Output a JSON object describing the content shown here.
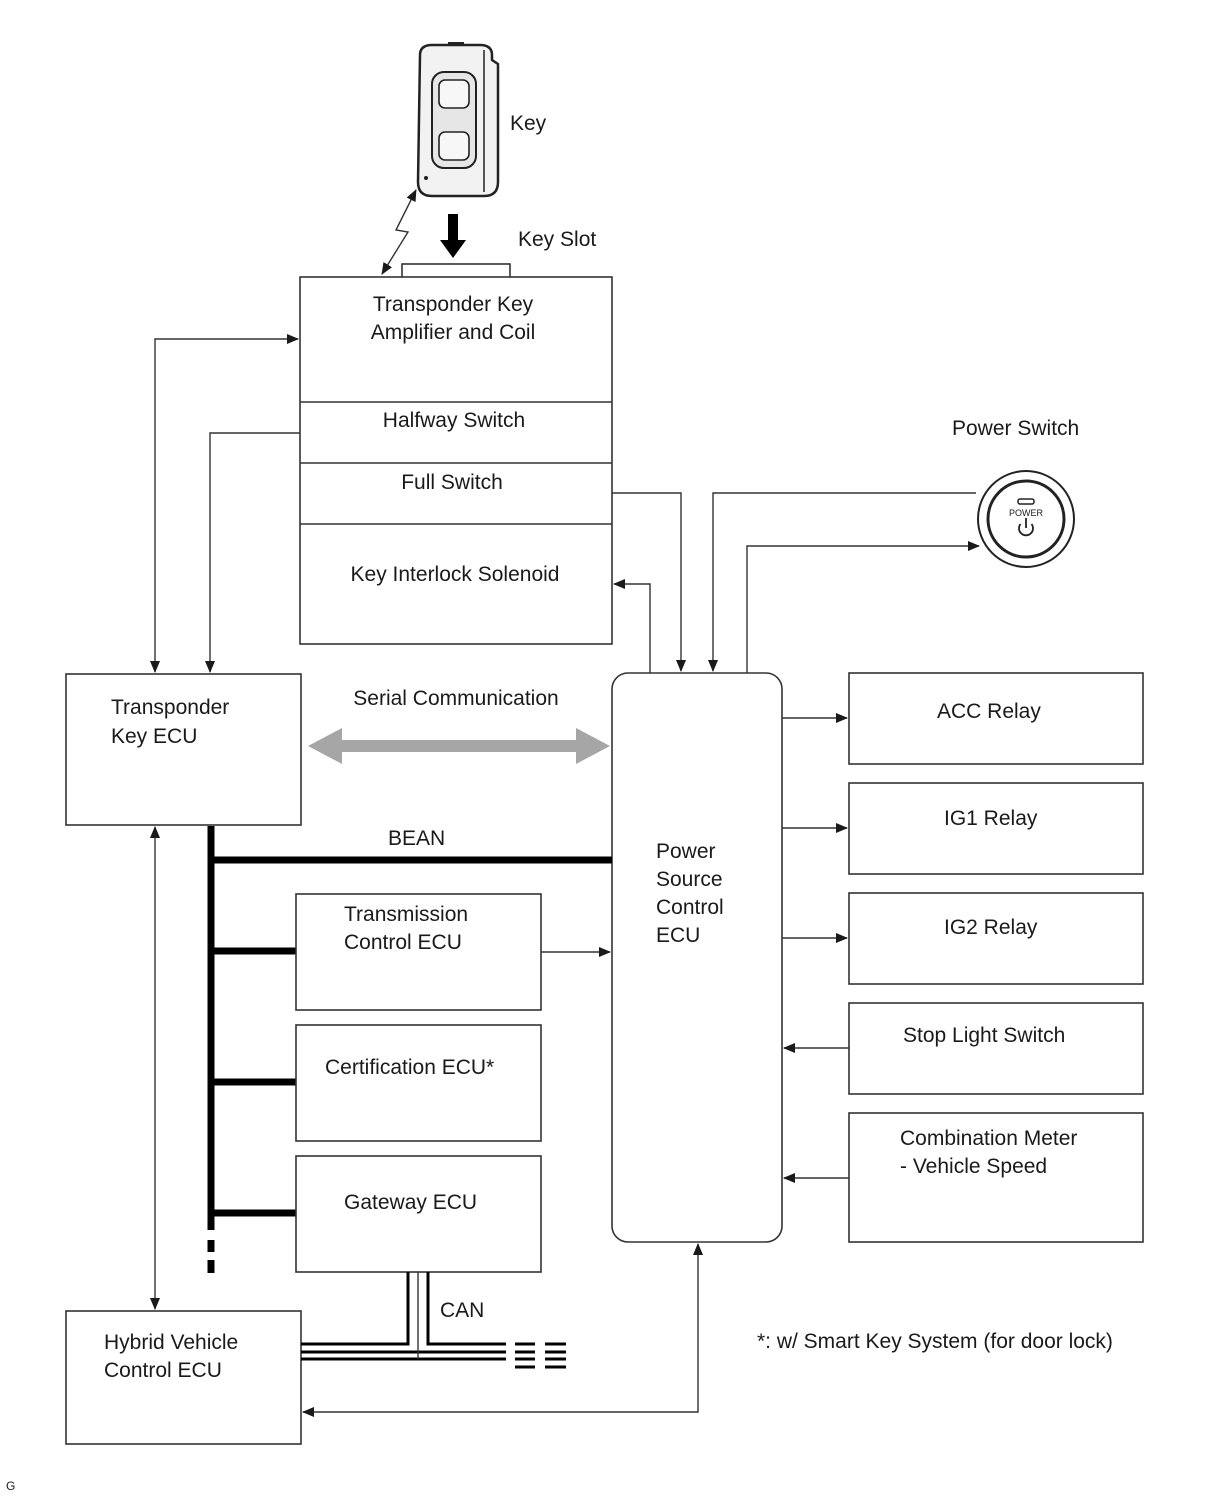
{
  "labels": {
    "key": "Key",
    "key_slot": "Key Slot",
    "power_switch": "Power Switch",
    "serial_communication": "Serial Communication",
    "bean": "BEAN",
    "can": "CAN",
    "footnote": "*: w/ Smart Key System (for door lock)",
    "corner_mark": "G"
  },
  "key_slot_unit": {
    "amplifier_line1": "Transponder Key",
    "amplifier_line2": "Amplifier and Coil",
    "halfway_switch": "Halfway Switch",
    "full_switch": "Full Switch",
    "key_interlock_solenoid": "Key Interlock Solenoid"
  },
  "power_button": {
    "text": "POWER",
    "icon": "power-symbol-icon"
  },
  "transponder_key_ecu": {
    "line1": "Transponder",
    "line2": "Key ECU"
  },
  "power_source_control_ecu": {
    "line1": "Power",
    "line2": "Source",
    "line3": "Control",
    "line4": "ECU"
  },
  "transmission_control_ecu": {
    "line1": "Transmission",
    "line2": "Control ECU"
  },
  "certification_ecu": "Certification ECU*",
  "gateway_ecu": "Gateway ECU",
  "hybrid_vehicle_control_ecu": {
    "line1": "Hybrid Vehicle",
    "line2": "Control ECU"
  },
  "outputs": {
    "acc_relay": "ACC Relay",
    "ig1_relay": "IG1 Relay",
    "ig2_relay": "IG2 Relay"
  },
  "inputs": {
    "stop_light_switch": "Stop Light Switch",
    "combination_meter_line1": "Combination Meter",
    "combination_meter_line2": "- Vehicle Speed"
  }
}
